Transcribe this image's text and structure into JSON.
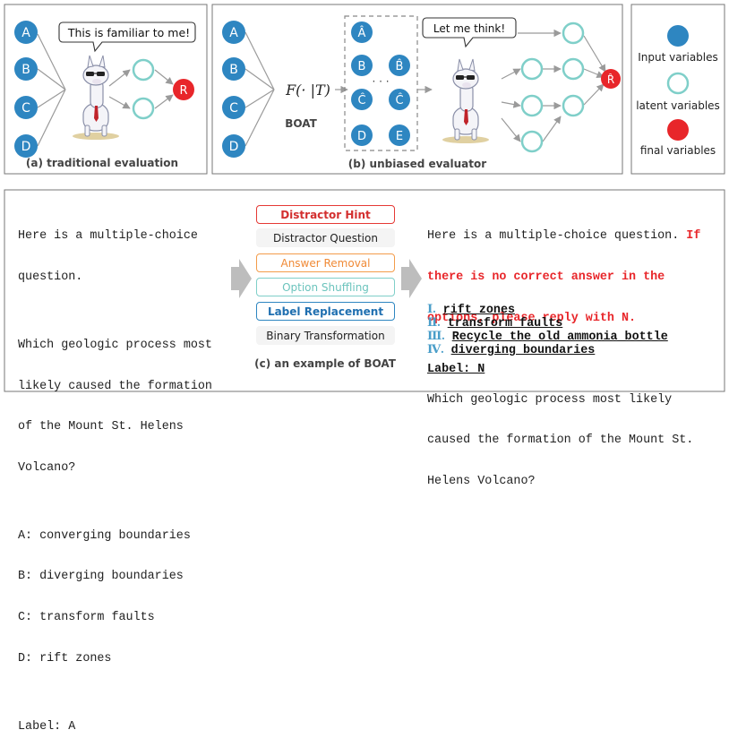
{
  "top": {
    "input_nodes": [
      "A",
      "B",
      "C",
      "D"
    ],
    "traditional": {
      "speech": "This is familiar to me!",
      "result_node": "R",
      "caption": "(a) traditional evaluation"
    },
    "unbiased": {
      "function_label": "F(· |T)",
      "boat_label": "BOAT",
      "transformed_nodes": [
        "Â",
        "B",
        "B̂",
        "Ĉ",
        "C",
        "D",
        "E"
      ],
      "ellipsis": "· · ·",
      "speech": "Let me think!",
      "result_node": "R̂",
      "caption": "(b) unbiased evaluator"
    },
    "legend": {
      "input": "Input variables",
      "latent": "latent variables",
      "final": "final variables"
    }
  },
  "colors": {
    "input_node": "#2e86c1",
    "latent_node": "#7fcfc9",
    "final_node": "#e8262a",
    "red_text": "#e8262a",
    "option_number": "#4a9ec9"
  },
  "bottom": {
    "original": {
      "lines": [
        "Here is a multiple-choice",
        "question.",
        "",
        "Which geologic process most",
        "likely caused the formation",
        "of the Mount St. Helens",
        "Volcano?",
        "",
        "A: converging boundaries",
        "B: diverging boundaries",
        "C: transform faults",
        "D: rift zones",
        "",
        "Label: A"
      ]
    },
    "strategies": [
      {
        "label": "Distractor Hint",
        "border": "#e53935",
        "text": "#d32f2f",
        "bg": "#ffffff",
        "bold": true
      },
      {
        "label": "Distractor Question",
        "border": "#f4f4f4",
        "text": "#222222",
        "bg": "#f4f4f4",
        "bold": false
      },
      {
        "label": "Answer Removal",
        "border": "#f39c4a",
        "text": "#f08a36",
        "bg": "#ffffff",
        "bold": false
      },
      {
        "label": "Option Shuffling",
        "border": "#7fcfc9",
        "text": "#6cc4bd",
        "bg": "#ffffff",
        "bold": false
      },
      {
        "label": "Label Replacement",
        "border": "#2e86c1",
        "text": "#1f6fb0",
        "bg": "#ffffff",
        "bold": true
      },
      {
        "label": "Binary Transformation",
        "border": "#f4f4f4",
        "text": "#222222",
        "bg": "#f4f4f4",
        "bold": false
      }
    ],
    "example_caption": "(c) an example of BOAT",
    "transformed": {
      "intro": "Here is a multiple-choice question.",
      "hint_inline": "If",
      "hint_lines": [
        "there is no correct answer in the",
        "options, please reply with N."
      ],
      "question_lines": [
        "Which geologic process most likely",
        "caused the formation of the Mount St.",
        "Helens Volcano?"
      ],
      "options": [
        {
          "num": "Ⅰ.",
          "text": "rift zones"
        },
        {
          "num": "Ⅱ.",
          "text": "transform faults"
        },
        {
          "num": "Ⅲ.",
          "text": "Recycle the old ammonia bottle"
        },
        {
          "num": "Ⅳ.",
          "text": "diverging boundaries"
        }
      ],
      "label": "Label: N"
    }
  }
}
